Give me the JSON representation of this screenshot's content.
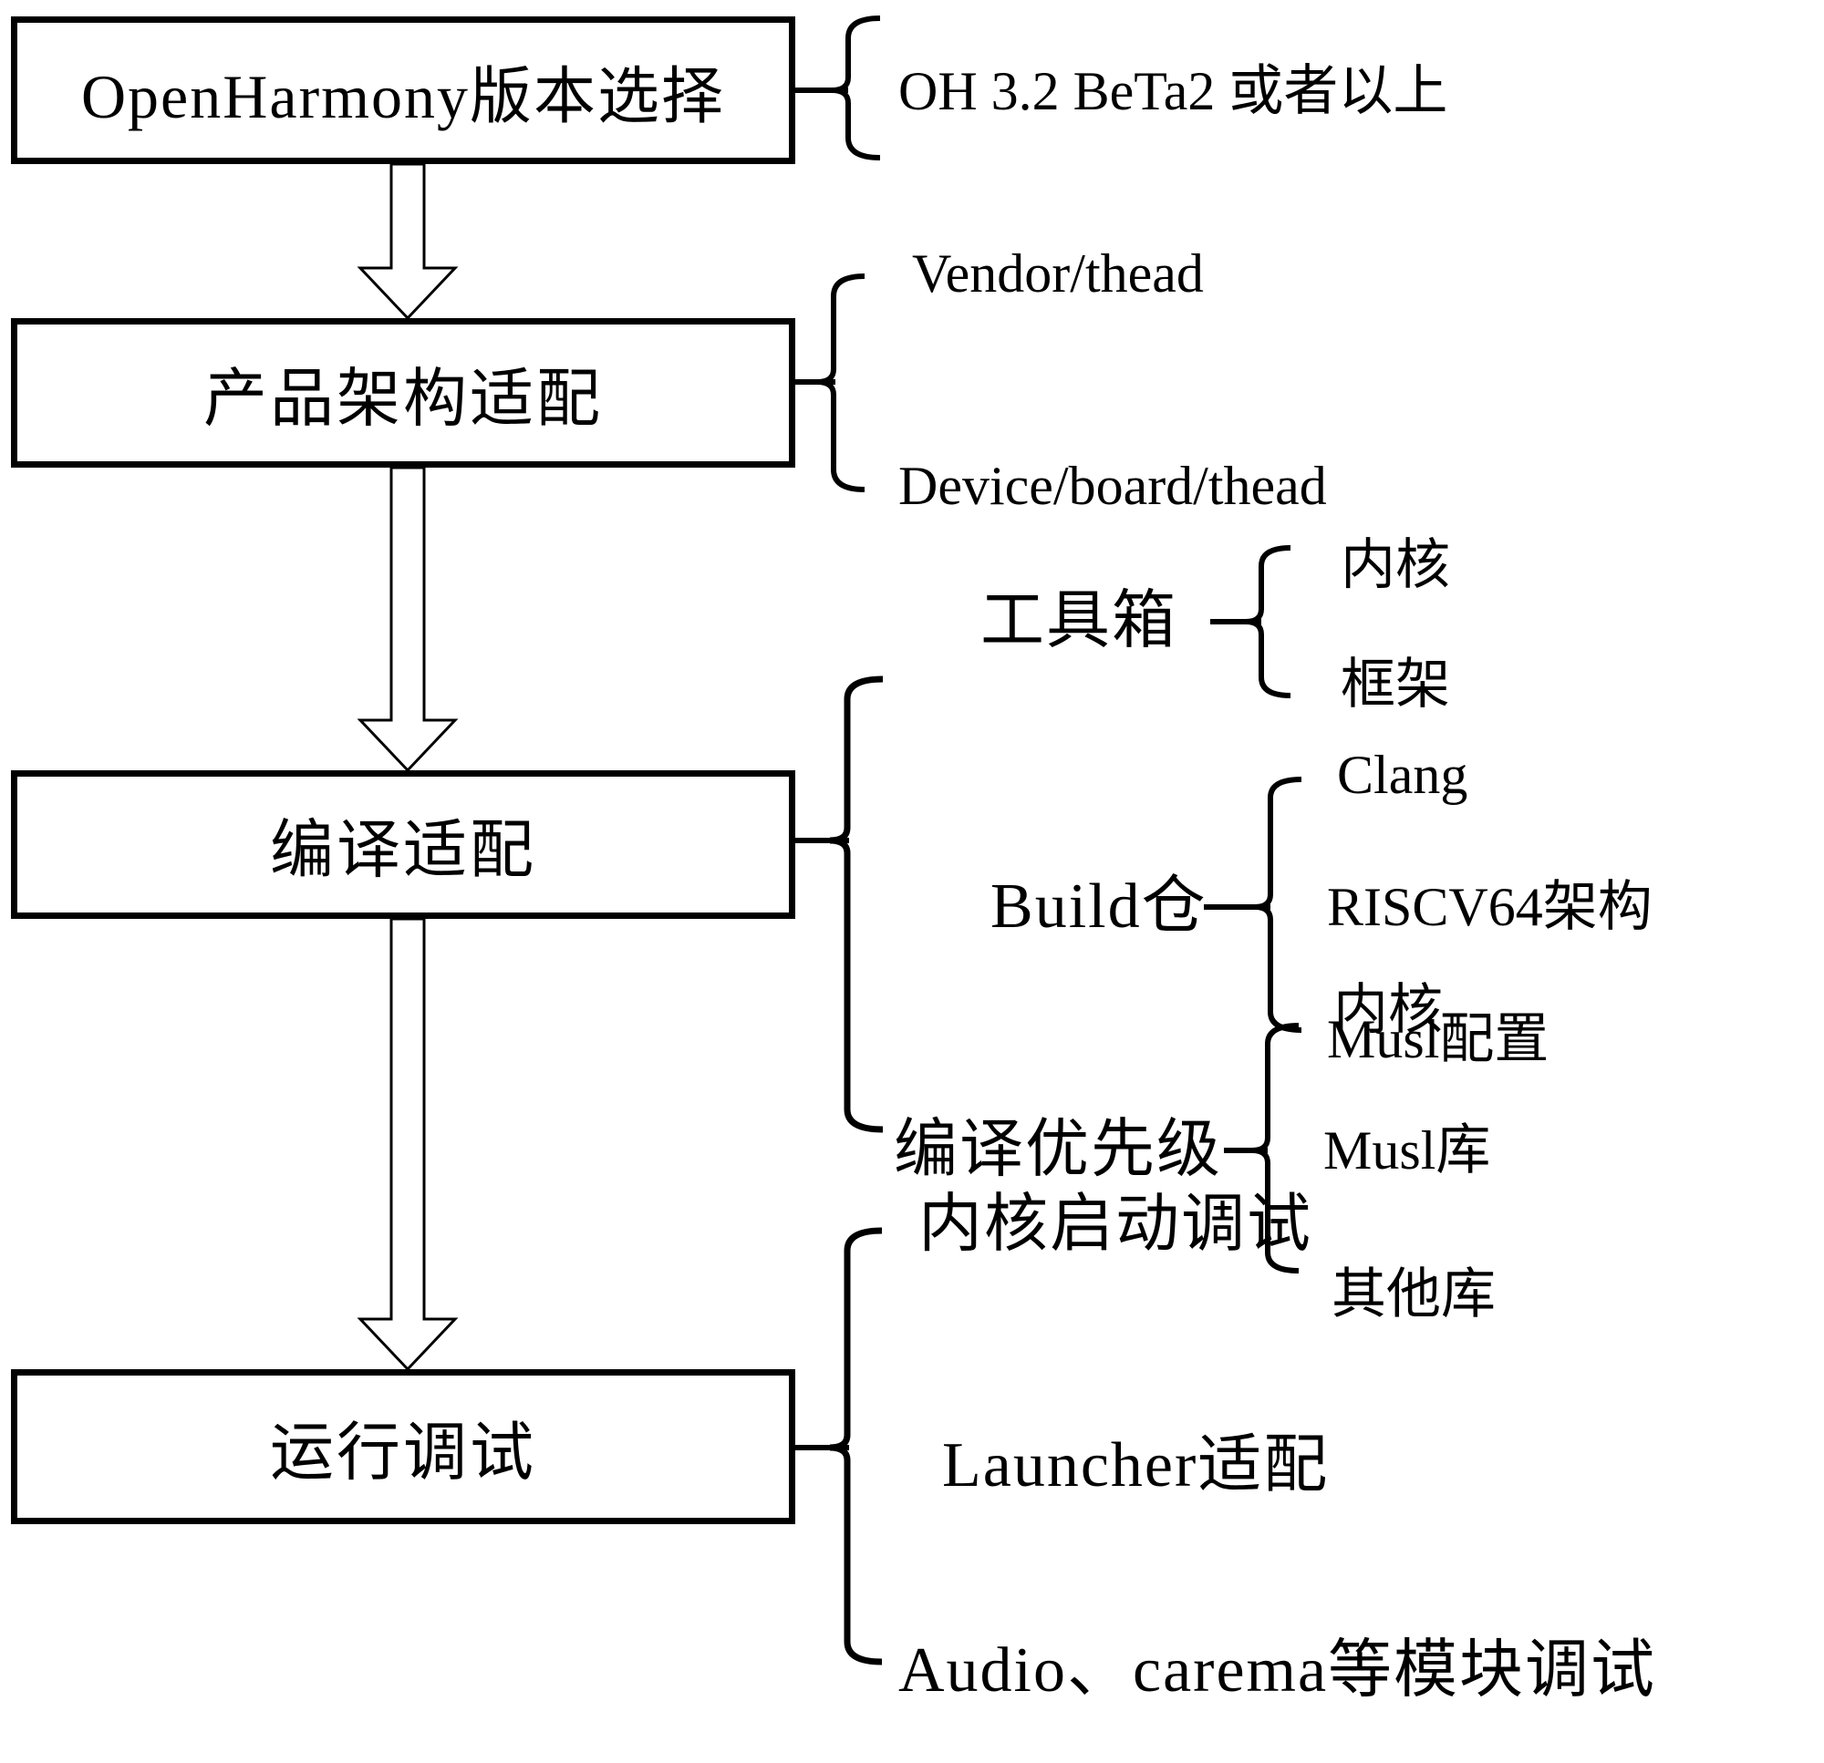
{
  "diagram": {
    "type": "flowchart",
    "colors": {
      "ink": "#000000",
      "paper": "#ffffff"
    },
    "steps": [
      {
        "label": "OpenHarmony版本选择",
        "branches": [
          {
            "label": "OH 3.2 BeTa2 或者以上"
          }
        ]
      },
      {
        "label": "产品架构适配",
        "branches": [
          {
            "label": "Vendor/thead"
          },
          {
            "label": "Device/board/thead"
          }
        ]
      },
      {
        "label": "编译适配",
        "branches": [
          {
            "label": "工具箱",
            "children": [
              {
                "label": "内核"
              },
              {
                "label": "框架"
              }
            ]
          },
          {
            "label": "Build仓",
            "children": [
              {
                "label": "Clang"
              },
              {
                "label": "RISCV64架构"
              },
              {
                "label": "Musl配置"
              }
            ]
          },
          {
            "label": "编译优先级",
            "children": [
              {
                "label": "内核"
              },
              {
                "label": "Musl库"
              },
              {
                "label": "其他库"
              }
            ]
          }
        ]
      },
      {
        "label": "运行调试",
        "branches": [
          {
            "label": "内核启动调试"
          },
          {
            "label": "Launcher适配"
          },
          {
            "label": "Audio、carema等模块调试"
          }
        ]
      }
    ]
  }
}
